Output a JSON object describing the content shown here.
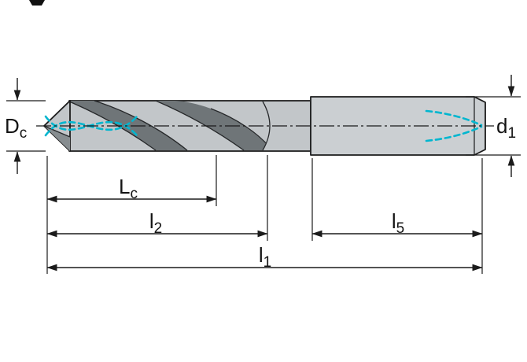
{
  "diagram": {
    "labels": {
      "dc": {
        "main": "D",
        "sub": "c"
      },
      "d1": {
        "main": "d",
        "sub": "1"
      },
      "lc": {
        "main": "L",
        "sub": "c"
      },
      "l2": {
        "main": "l",
        "sub": "2"
      },
      "l5": {
        "main": "l",
        "sub": "5"
      },
      "l1": {
        "main": "l",
        "sub": "1"
      }
    },
    "colors": {
      "background": "#ffffff",
      "line_black": "#1b1b1b",
      "body_gray": "#c2c6c9",
      "shank_gray": "#cbcfd2",
      "flute_dark": "#6f7578",
      "facet_gray": "#878d90",
      "coolant_cyan": "#00b6cf"
    }
  }
}
